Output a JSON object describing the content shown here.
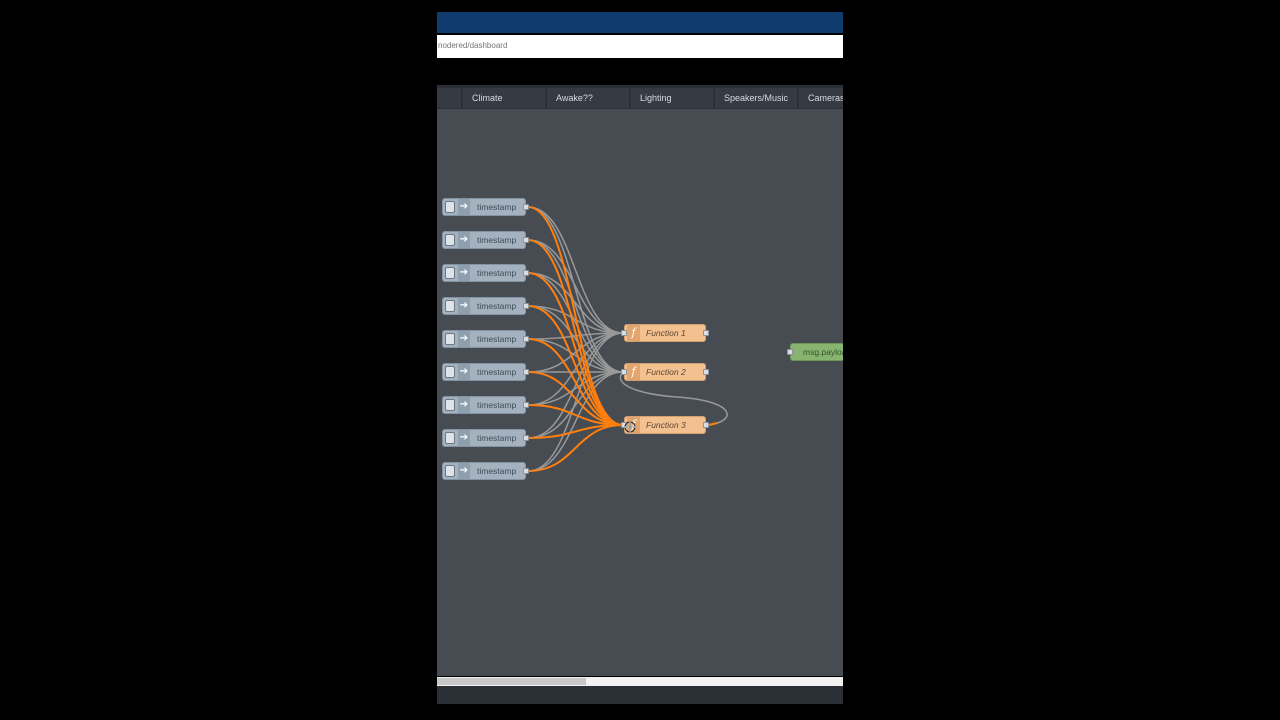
{
  "browser": {
    "url": "nodered/dashboard"
  },
  "tabs": [
    {
      "label": ""
    },
    {
      "label": "Climate"
    },
    {
      "label": "Awake??"
    },
    {
      "label": "Lighting"
    },
    {
      "label": "Speakers/Music"
    },
    {
      "label": "Cameras"
    }
  ],
  "inject_nodes": [
    {
      "label": "timestamp"
    },
    {
      "label": "timestamp"
    },
    {
      "label": "timestamp"
    },
    {
      "label": "timestamp"
    },
    {
      "label": "timestamp"
    },
    {
      "label": "timestamp"
    },
    {
      "label": "timestamp"
    },
    {
      "label": "timestamp"
    },
    {
      "label": "timestamp"
    }
  ],
  "function_nodes": [
    {
      "label": "Function 1",
      "icon": "f"
    },
    {
      "label": "Function 2",
      "icon": "f"
    },
    {
      "label": "Function 3",
      "icon": "f"
    }
  ],
  "debug_node": {
    "label": "msg.payload"
  },
  "colors": {
    "workspace": "#474c53",
    "wire_selected": "#ff7f0e",
    "wire_normal": "#999999",
    "inject_node": "#a4b2c0",
    "function_node": "#f3c08f",
    "debug_node": "#87b56f",
    "titlebar": "#0f3b6e"
  }
}
